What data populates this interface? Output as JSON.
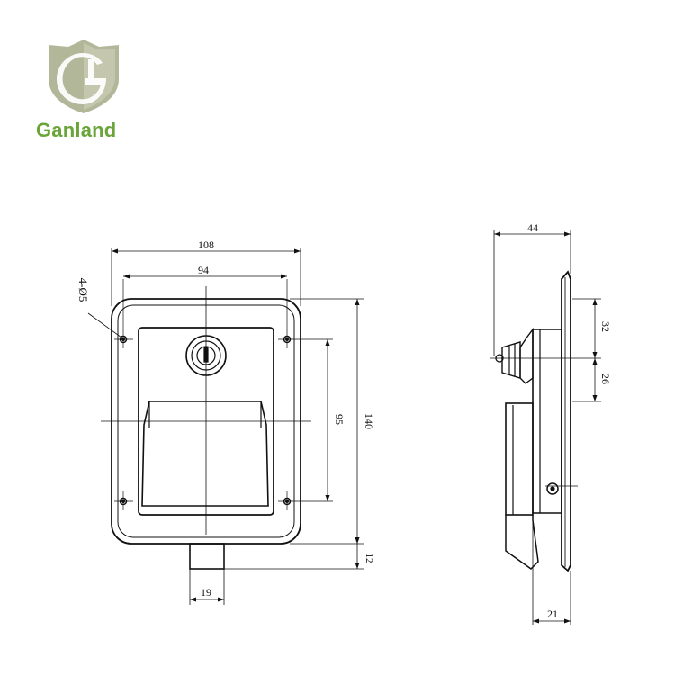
{
  "brand": {
    "name": "Ganland",
    "colors": {
      "shield": "#b3b79a",
      "shield_light": "#d2d5bf",
      "mark": "#ffffff",
      "text": "#6aa53a"
    }
  },
  "drawing": {
    "line_color": "#111111",
    "front_view": {
      "hole_callout": "4-Ø5",
      "dimensions": {
        "overall_width": "108",
        "hole_spacing_width": "94",
        "hole_spacing_height": "95",
        "overall_height": "140",
        "bolt_projection": "12",
        "bolt_width": "19"
      }
    },
    "side_view": {
      "dimensions": {
        "overall_depth": "44",
        "upper_offset": "32",
        "lock_height": "26",
        "plate_depth": "21"
      }
    }
  }
}
